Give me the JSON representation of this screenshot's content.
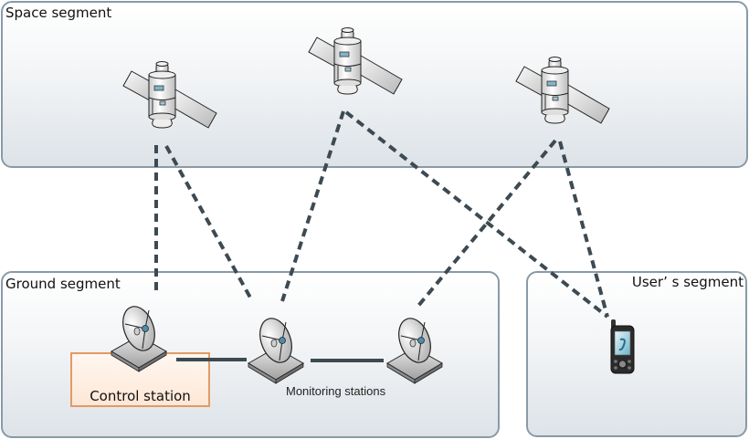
{
  "segments": {
    "space": {
      "label": "Space segment"
    },
    "ground": {
      "label": "Ground segment"
    },
    "user": {
      "label": "User’ s segment"
    }
  },
  "nodes": {
    "control_station": {
      "label": "Control station",
      "icon": "satellite-dish-icon"
    },
    "monitoring_stations": {
      "label": "Monitoring stations",
      "icon": "satellite-dish-icon"
    },
    "satellites": [
      {
        "id": "satellite-1",
        "icon": "satellite-icon"
      },
      {
        "id": "satellite-2",
        "icon": "satellite-icon"
      },
      {
        "id": "satellite-3",
        "icon": "satellite-icon"
      }
    ],
    "user_device": {
      "icon": "mobile-phone-icon"
    }
  },
  "links": [
    {
      "from": "satellite-1",
      "to": "control-station",
      "style": "dashed"
    },
    {
      "from": "satellite-1",
      "to": "monitoring-station-1",
      "style": "dashed"
    },
    {
      "from": "satellite-2",
      "to": "monitoring-station-1",
      "style": "dashed"
    },
    {
      "from": "satellite-2",
      "to": "user-device",
      "style": "dashed"
    },
    {
      "from": "satellite-3",
      "to": "monitoring-station-2",
      "style": "dashed"
    },
    {
      "from": "satellite-3",
      "to": "user-device",
      "style": "dashed"
    },
    {
      "from": "control-station",
      "to": "monitoring-station-1",
      "style": "solid"
    },
    {
      "from": "monitoring-station-1",
      "to": "monitoring-station-2",
      "style": "solid"
    }
  ],
  "colors": {
    "box_border": "#8a9aa6",
    "link": "#3d4a52",
    "control_border": "#e39a66",
    "control_fill": "#fde7d6"
  }
}
